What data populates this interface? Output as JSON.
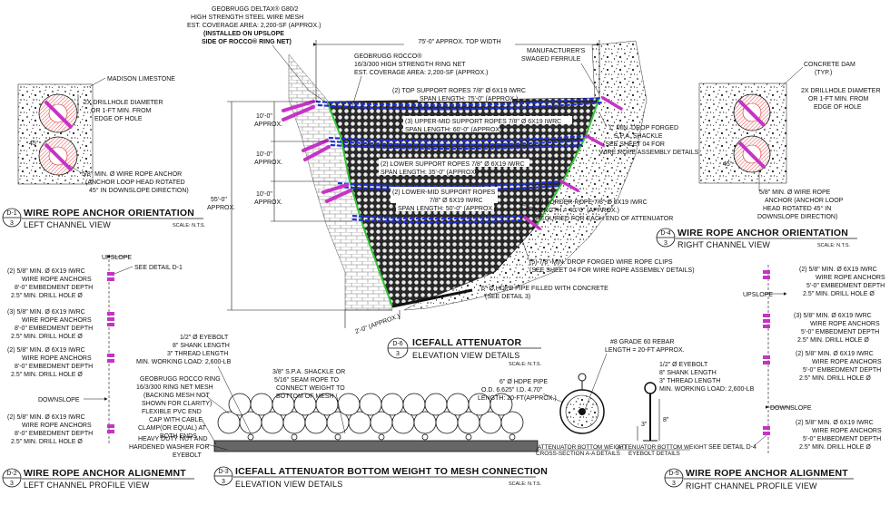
{
  "colors": {
    "rope": "#1f2fd6",
    "anchor": "#c633c6",
    "net_edge": "#34c534",
    "hatch_red": "#e02020",
    "ink": "#111111"
  },
  "scale_text": "SCALE: N.T.S.",
  "d1": {
    "badge_top": "D-1",
    "badge_bottom": "3",
    "title": "WIRE ROPE ANCHOR ORIENTATION",
    "subtitle": "LEFT CHANNEL VIEW",
    "label_rock": "MADISON LIMESTONE",
    "label_drill": [
      "2X DRILLHOLE DIAMETER",
      "OR 1-FT MIN. FROM",
      "EDGE OF HOLE"
    ],
    "label_angle": "45°",
    "label_anchor": [
      "5/8\" MIN. Ø WIRE ROPE ANCHOR",
      "(ANCHOR LOOP HEAD ROTATED",
      "45° IN DOWNSLOPE DIRECTION)"
    ]
  },
  "d4": {
    "badge_top": "D-4",
    "badge_bottom": "3",
    "title": "WIRE ROPE ANCHOR ORIENTATION",
    "subtitle": "RIGHT CHANNEL VIEW",
    "label_dam": [
      "CONCRETE DAM",
      "(TYP.)"
    ],
    "label_drill": [
      "2X DRILLHOLE DIAMETER",
      "OR 1-FT MIN. FROM",
      "EDGE OF HOLE"
    ],
    "label_angle": "45°",
    "label_anchor": [
      "5/8\" MIN. Ø WIRE ROPE",
      "ANCHOR (ANCHOR LOOP",
      "HEAD ROTATED 45° IN",
      "DOWNSLOPE DIRECTION)"
    ]
  },
  "d6": {
    "badge_top": "D-6",
    "badge_bottom": "3",
    "title": "ICEFALL ATTENUATOR",
    "subtitle": "ELEVATION VIEW DETAILS",
    "top_width": "75'-0\" APPROX. TOP WIDTH",
    "height_total": [
      "55'-0\"",
      "APPROX."
    ],
    "spacing": [
      [
        "10'-0\"",
        "APPROX."
      ],
      [
        "10'-0\"",
        "APPROX."
      ],
      [
        "10'-0\"",
        "APPROX."
      ]
    ],
    "bottom_dim": "2'-0\" (APPROX.)",
    "label_deltax": [
      "GEOBRUGG DELTAX® G80/2",
      "HIGH STRENGTH STEEL WIRE MESH",
      "EST. COVERAGE AREA: 2,200-SF (APPROX.)",
      "(INSTALLED ON UPSLOPE",
      "SIDE OF ROCCO® RING NET)"
    ],
    "label_rocco": [
      "GEOBRUGG ROCCO®",
      "16/3/300 HIGH STRENGTH RING NET",
      "EST. COVERAGE AREA: 2,200-SF (APPROX.)"
    ],
    "label_ferrule": [
      "MANUFACTURER'S",
      "SWAGED FERRULE"
    ],
    "label_top_ropes": "(2) TOP SUPPORT ROPES 7/8\" Ø 6X19 IWRC",
    "label_top_span": "SPAN LENGTH: 75'-0\" (APPROX.)",
    "label_upper_mid": "(3) UPPER-MID SUPPORT ROPES 7/8\" Ø 6X19 IWRC",
    "label_upper_span": "SPAN LENGTH: 60'-0\" (APPROX.)",
    "label_lower": "(2) LOWER SUPPORT ROPES 7/8\" Ø 6X19 IWRC",
    "label_lower_span": "SPAN LENGTH: 35'-0\" (APPROX.)",
    "label_lower_mid": [
      "(2) LOWER-MID SUPPORT ROPES",
      "7/8\" Ø 6X19 IWRC"
    ],
    "label_lower_mid_span": "SPAN LENGTH: 50'-0\" (APPROX.)",
    "label_shackle": [
      "1\" MIN. DROP FORGED",
      "S.P.A. SHACKLE",
      "(SEE SHEET 04 FOR",
      "WIRE ROPE ASSEMBLY DETAILS)"
    ],
    "label_border": [
      "(1) BORDER ROPE 7/8\" Ø 6X19 IWRC",
      "LENGTH = 40'-0\" (APPROX.)",
      "REQUIRED FOR EACH END OF ATTENUATOR"
    ],
    "label_clips": [
      "(5) 7/8\" MIN. DROP FORGED WIRE ROPE CLIPS",
      "(SEE SHEET 04 FOR WIRE ROPE ASSEMBLY DETAILS)"
    ],
    "label_pipe": [
      "6\" Ø HDPE PIPE FILLED WITH CONCRETE",
      "(SEE DETAIL 3)"
    ]
  },
  "d2": {
    "badge_top": "D-2",
    "badge_bottom": "3",
    "title": "WIRE ROPE ANCHOR ALIGNEMNT",
    "subtitle": "LEFT CHANNEL PROFILE VIEW",
    "upslope": "UPSLOPE",
    "downslope": "DOWNSLOPE",
    "see_detail": "SEE DETAIL D-1",
    "groups": [
      [
        "(2) 5/8\" MIN. Ø 6X19 IWRC",
        "WIRE ROPE ANCHORS",
        "8'-0\" EMBEDMENT DEPTH",
        "2.5\" MIN. DRILL HOLE Ø"
      ],
      [
        "(3) 5/8\" MIN. Ø 6X19 IWRC",
        "WIRE ROPE ANCHORS",
        "8'-0\" EMBEDMENT DEPTH",
        "2.5\" MIN. DRILL HOLE Ø"
      ],
      [
        "(2) 5/8\" MIN. Ø 6X19 IWRC",
        "WIRE ROPE ANCHORS",
        "8'-0\" EMBEDMENT DEPTH",
        "2.5\" MIN. DRILL HOLE Ø"
      ],
      [
        "(2) 5/8\" MIN. Ø 6X19 IWRC",
        "WIRE ROPE ANCHORS",
        "8'-0\" EMBEDMENT DEPTH",
        "2.5\" MIN. DRILL HOLE Ø"
      ]
    ]
  },
  "d3": {
    "badge_top": "D-3",
    "badge_bottom": "3",
    "title": "ICEFALL ATTENUATOR BOTTOM WEIGHT TO MESH CONNECTION",
    "subtitle": "ELEVATION VIEW DETAILS",
    "label_eyebolt": [
      "1/2\" Ø EYEBOLT",
      "8\" SHANK LENGTH",
      "3\" THREAD LENGTH",
      "MIN. WORKING LOAD: 2,600-LB"
    ],
    "label_ring": [
      "GEOBRUGG ROCCO RING",
      "16/3/300 RING NET MESH",
      "(BACKING MESH NOT",
      "SHOWN FOR CLARITY)"
    ],
    "label_shackle": [
      "3/8\" S.P.A. SHACKLE OR",
      "5/16\" SEAM ROPE TO",
      "CONNECT WEIGHT TO",
      "BOTTOM OF MESH"
    ],
    "label_pvc": [
      "FLEXIBLE PVC END",
      "CAP WITH CABLE",
      "CLAMP(OR EQUAL) AT",
      "BOTH ENDS"
    ],
    "label_nut": [
      "HEAVY DUTY NUT AND",
      "HARDENED WASHER FOR",
      "EYEBOLT"
    ],
    "label_hdpe": [
      "6\" Ø HDPE PIPE",
      "O.D. 6.625\" I.D. 4.70\"",
      "LENGTH: 20-FT(APPROX.)"
    ],
    "label_rebar": [
      "#8 GRADE 60 REBAR",
      "LENGTH = 20-FT APPROX."
    ],
    "label_eyebolt2": [
      "1/2\" Ø EYEBOLT",
      "8\" SHANK LENGTH",
      "3\" THREAD LENGTH",
      "MIN. WORKING LOAD: 2,600-LB"
    ],
    "dim_3": "3\"",
    "dim_8": "8\"",
    "cap_section": [
      "ATTENUATOR BOTTOM WEIGHT",
      "CROSS-SECTION A-A DETAILS"
    ],
    "cap_eyebolt": [
      "ATTENUATOR BOTTOM WEIGHT",
      "EYEBOLT DETAILS"
    ]
  },
  "d5": {
    "badge_top": "D-5",
    "badge_bottom": "3",
    "title": "WIRE ROPE ANCHOR ALIGNMENT",
    "subtitle": "RIGHT CHANNEL PROFILE VIEW",
    "upslope": "UPSLOPE",
    "downslope": "DOWNSLOPE",
    "see_detail": "SEE DETAIL D-4",
    "groups": [
      [
        "(2) 5/8\" MIN. Ø 6X19 IWRC",
        "WIRE ROPE ANCHORS",
        "5'-0\" EMBEDMENT DEPTH",
        "2.5\" MIN. DRILL HOLE Ø"
      ],
      [
        "(3) 5/8\" MIN. Ø 6X19 IWRC",
        "WIRE ROPE ANCHORS",
        "5'-0\" EMBEDMENT DEPTH",
        "2.5\" MIN. DRILL HOLE Ø"
      ],
      [
        "(2) 5/8\" MIN. Ø 6X19 IWRC",
        "WIRE ROPE ANCHORS",
        "5'-0\" EMBEDMENT DEPTH",
        "2.5\" MIN. DRILL HOLE Ø"
      ],
      [
        "(2) 5/8\" MIN. Ø 6X19 IWRC",
        "WIRE ROPE ANCHORS",
        "5'-0\" EMBEDMENT DEPTH",
        "2.5\" MIN. DRILL HOLE Ø"
      ]
    ]
  }
}
